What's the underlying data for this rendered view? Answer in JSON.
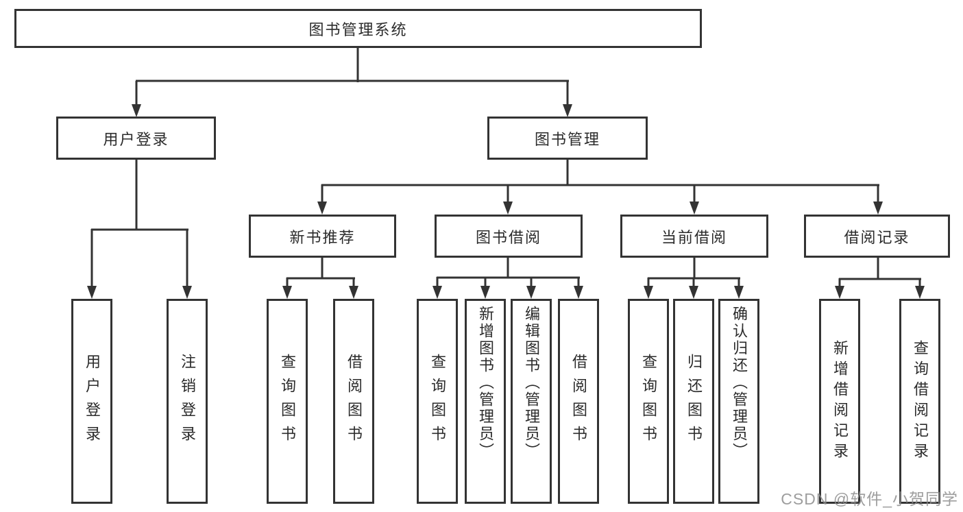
{
  "tree": {
    "label": "图书管理系统",
    "children": [
      {
        "label": "用户登录",
        "children": [
          {
            "label": "用户登录"
          },
          {
            "label": "注销登录"
          }
        ]
      },
      {
        "label": "图书管理",
        "children": [
          {
            "label": "新书推荐",
            "children": [
              {
                "label": "查询图书"
              },
              {
                "label": "借阅图书"
              }
            ]
          },
          {
            "label": "图书借阅",
            "children": [
              {
                "label": "查询图书"
              },
              {
                "label": "新增图书（管理员）"
              },
              {
                "label": "编辑图书（管理员）"
              },
              {
                "label": "借阅图书"
              }
            ]
          },
          {
            "label": "当前借阅",
            "children": [
              {
                "label": "查询图书"
              },
              {
                "label": "归还图书"
              },
              {
                "label": "确认归还（管理员）"
              }
            ]
          },
          {
            "label": "借阅记录",
            "children": [
              {
                "label": "新增借阅记录"
              },
              {
                "label": "查询借阅记录"
              }
            ]
          }
        ]
      }
    ]
  },
  "watermark": {
    "text": "CSDN @软件_小贺同学"
  },
  "colors": {
    "line": "#333333",
    "box_background": "#ffffff",
    "text": "#2b2b2b",
    "watermark": "#8c8c8c"
  }
}
